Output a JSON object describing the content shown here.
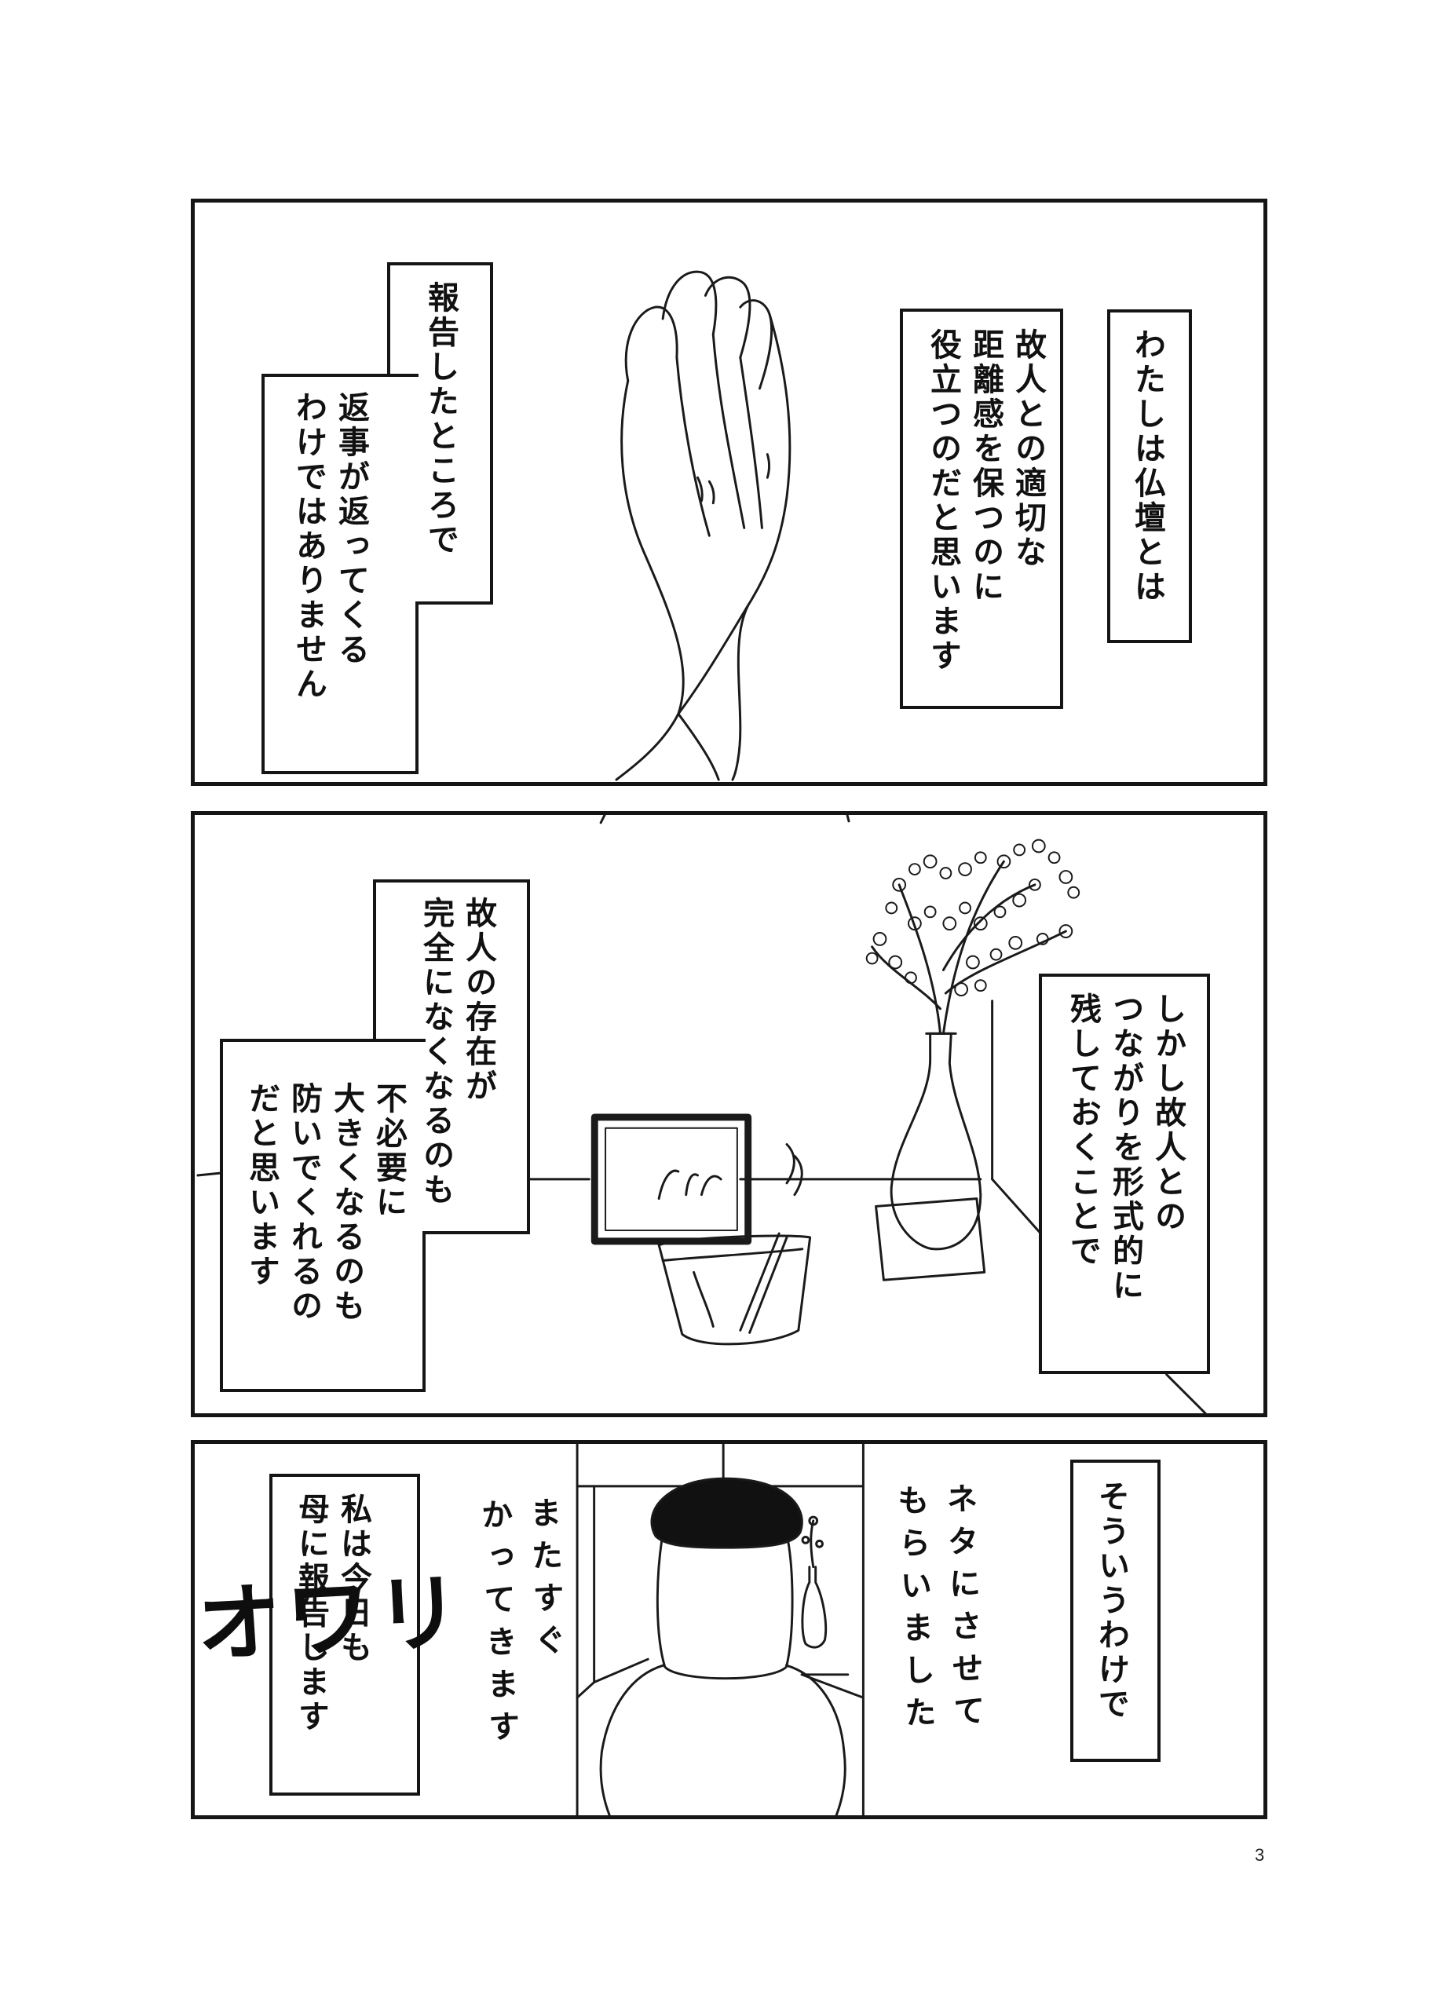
{
  "panel1": {
    "caption_right": "わたしは仏壇とは",
    "caption_mid": "故人との適切な\n距離感を保つのに\n役立つのだと思います",
    "caption_left_top": "報告したところで",
    "caption_left_bottom": "返事が返ってくる\nわけではありません"
  },
  "panel2": {
    "caption_right": "しかし故人との\nつながりを形式的に\n残しておくことで",
    "caption_left_top": "故人の存在が\n完全になくなるのも",
    "caption_left_bottom": "不必要に\n大きくなるのも\n防いでくれるの\nだと思います"
  },
  "panel3": {
    "caption_right": "そういうわけで",
    "handwritten_right": "ネタにさせて\nもらいました",
    "handwritten_left": "またすぐ\nかってきます",
    "caption_left": "私は今日も\n母に報告します"
  },
  "ending": "オワリ",
  "page_number": "3"
}
